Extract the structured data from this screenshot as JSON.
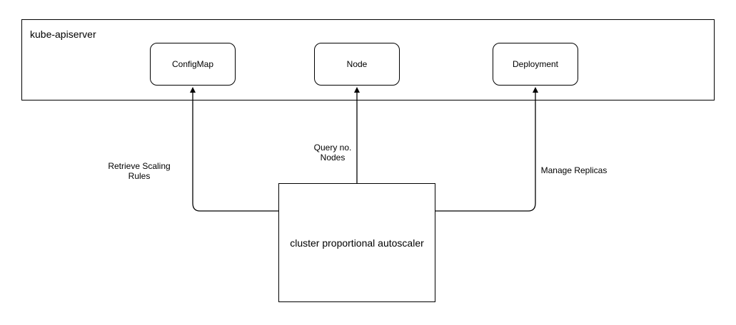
{
  "diagram": {
    "container": {
      "title": "kube-apiserver"
    },
    "nodes": {
      "configmap": {
        "label": "ConfigMap"
      },
      "node": {
        "label": "Node"
      },
      "deployment": {
        "label": "Deployment"
      },
      "autoscaler": {
        "label": "cluster proportional autoscaler"
      }
    },
    "edges": {
      "retrieve_scaling_rules": {
        "label": "Retrieve Scaling\nRules",
        "from": "cluster proportional autoscaler",
        "to": "ConfigMap"
      },
      "query_no_nodes": {
        "label": "Query no.\nNodes",
        "from": "cluster proportional autoscaler",
        "to": "Node"
      },
      "manage_replicas": {
        "label": "Manage Replicas",
        "from": "cluster proportional autoscaler",
        "to": "Deployment"
      }
    },
    "colors": {
      "stroke": "#000000",
      "fill": "#ffffff",
      "text": "#000000"
    }
  }
}
